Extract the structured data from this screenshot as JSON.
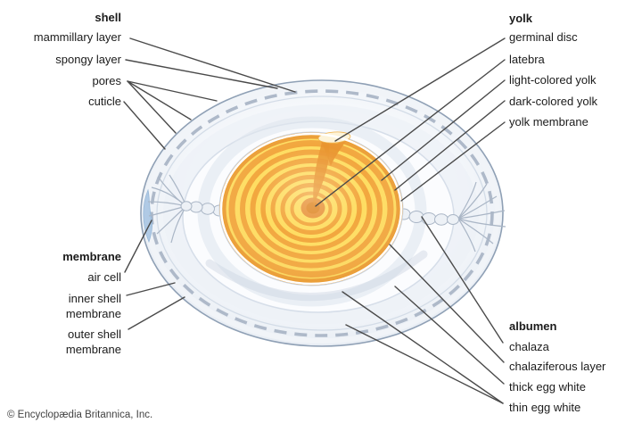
{
  "labels": {
    "shell_group": {
      "header": "shell",
      "mammillary": "mammillary layer",
      "spongy": "spongy layer",
      "pores": "pores",
      "cuticle": "cuticle"
    },
    "membrane_group": {
      "header": "membrane",
      "air_cell": "air cell",
      "inner_shell": "inner shell membrane",
      "outer_shell": "outer shell membrane"
    },
    "yolk_group": {
      "header": "yolk",
      "germinal_disc": "germinal disc",
      "latebra": "latebra",
      "light_yolk": "light-colored yolk",
      "dark_yolk": "dark-colored yolk",
      "yolk_membrane": "yolk membrane"
    },
    "albumen_group": {
      "header": "albumen",
      "chalaza": "chalaza",
      "chalaziferous": "chalaziferous layer",
      "thick_white": "thick egg white",
      "thin_white": "thin egg white"
    }
  },
  "footer": {
    "copyright": "© Encyclopædia Britannica, Inc."
  },
  "colors": {
    "shell_outline": "#8fa0b5",
    "shell_rim": "#f1f4f8",
    "pore_dashes": "#aeb9c9",
    "inner_membrane_line": "#d3dce7",
    "albumen_tint": "#edf1f7",
    "thick_white": "#fbfcfe",
    "air_cell": "#a9c6e3",
    "chalaza_fill": "#edf1f6",
    "chalaza_line": "#aab6c6",
    "yolk_base": "#fedd62",
    "yolk_ring": "#f2a73e",
    "yolk_edge": "#ec9e35",
    "yolk_center": "#e8943a",
    "yolk_center_dark": "#df8928",
    "latebra": "#e9952f",
    "germinal_disc": "#fdf3d8",
    "leader_line": "#4a4a4a"
  }
}
